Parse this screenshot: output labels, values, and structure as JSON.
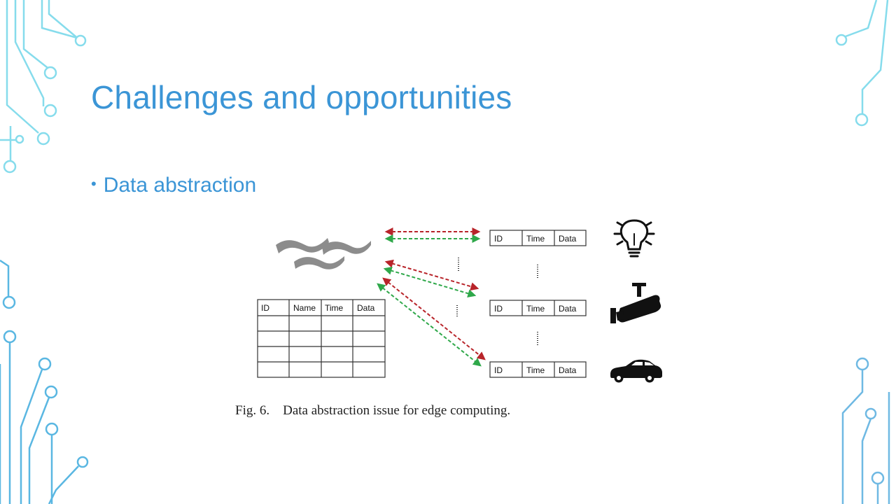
{
  "slide": {
    "title": "Challenges and opportunities",
    "bullet": "Data abstraction"
  },
  "figure": {
    "caption": "Fig. 6.    Data abstraction issue for edge computing.",
    "main_table": {
      "headers": [
        "ID",
        "Name",
        "Time",
        "Data"
      ],
      "empty_rows": 4
    },
    "device_tables": [
      {
        "headers": [
          "ID",
          "Time",
          "Data"
        ],
        "device": "light-bulb-icon"
      },
      {
        "headers": [
          "ID",
          "Time",
          "Data"
        ],
        "device": "security-camera-icon"
      },
      {
        "headers": [
          "ID",
          "Time",
          "Data"
        ],
        "device": "car-icon"
      }
    ]
  },
  "colors": {
    "accent": "#3b95d6",
    "decor_light": "#7ad6ea",
    "decor_dark": "#4aa3dc",
    "arrow_red": "#b8242a",
    "arrow_green": "#2fa84a"
  }
}
